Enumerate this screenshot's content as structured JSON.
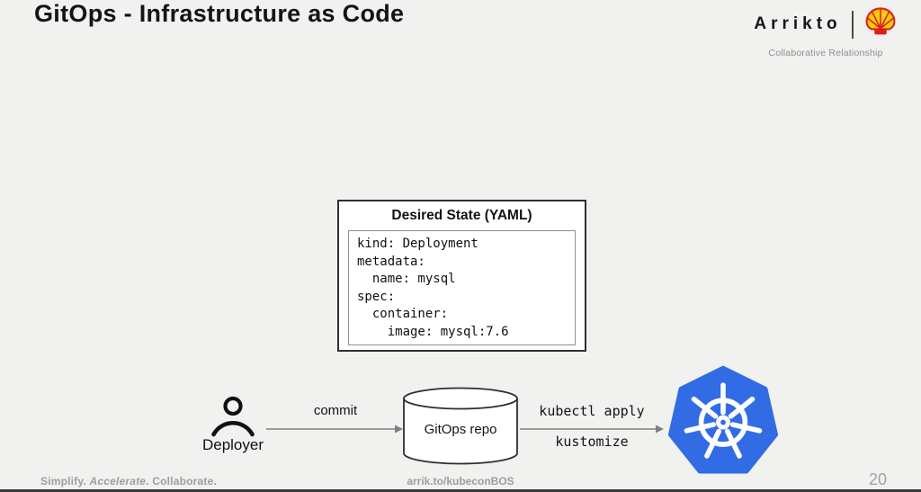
{
  "slide": {
    "title": "GitOps - Infrastructure as Code",
    "page_number": "20"
  },
  "brand": {
    "wordmark": "Arrikto",
    "partner_icon": "shell-logo",
    "tagline": "Collaborative Relationship"
  },
  "desired_state": {
    "heading": "Desired State (YAML)",
    "code": "kind: Deployment\nmetadata:\n  name: mysql\nspec:\n  container:\n    image: mysql:7.6"
  },
  "diagram": {
    "actor": "Deployer",
    "commit_label": "commit",
    "repo": "GitOps repo",
    "apply_label": "kubectl apply",
    "kustomize_label": "kustomize",
    "kubernetes_icon": "kubernetes-logo"
  },
  "footer": {
    "tagline_part1": "Simplify. ",
    "tagline_italic": "Accelerate",
    "tagline_part2": ". Collaborate.",
    "center_link": "arrik.to/kubeconBOS"
  },
  "colors": {
    "background": "#f1f1ef",
    "kubernetes_blue": "#326CE5",
    "shell_red": "#DD1D21",
    "shell_yellow": "#FBCE07",
    "box_border_dark": "#2f2f2f",
    "arrow_gray": "#7f7f7f",
    "footer_gray": "#9d9d9d"
  }
}
